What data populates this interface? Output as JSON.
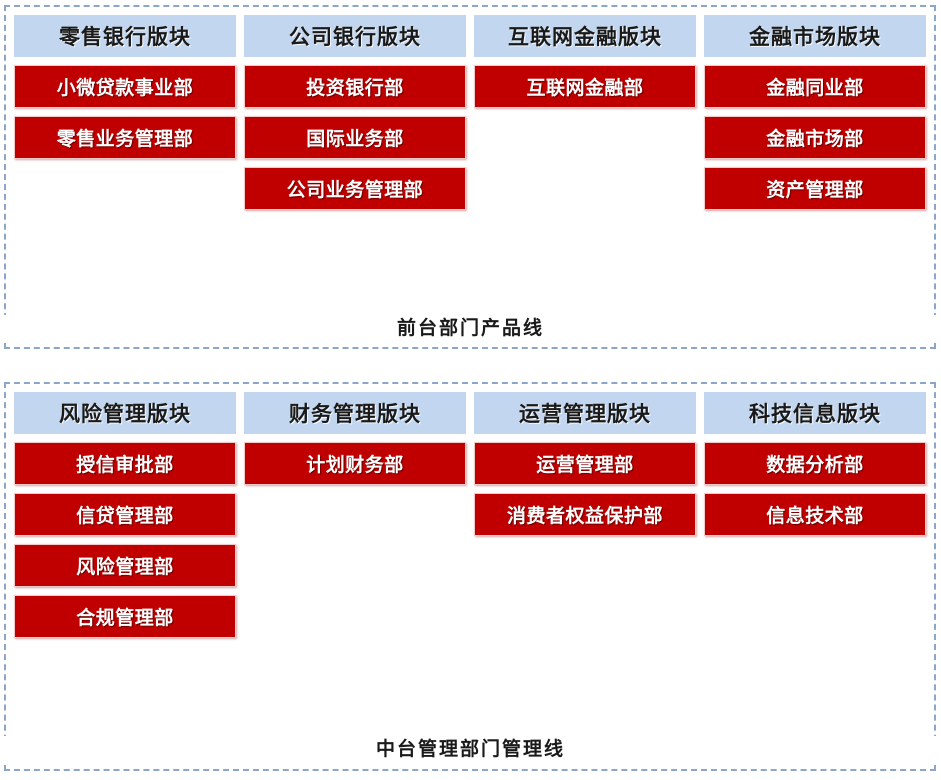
{
  "diagram": {
    "type": "organization-structure",
    "colors": {
      "section_header_fill": "#c2d6ef",
      "department_fill": "#c00000",
      "department_text": "#ffffff",
      "panel_border": "#8ba5cb",
      "background": "#ffffff"
    },
    "panels": [
      {
        "id": "front-office",
        "caption": "前台部门产品线",
        "columns": [
          {
            "header": "零售银行版块",
            "departments": [
              "小微贷款事业部",
              "零售业务管理部"
            ]
          },
          {
            "header": "公司银行版块",
            "departments": [
              "投资银行部",
              "国际业务部",
              "公司业务管理部"
            ]
          },
          {
            "header": "互联网金融版块",
            "departments": [
              "互联网金融部"
            ]
          },
          {
            "header": "金融市场版块",
            "departments": [
              "金融同业部",
              "金融市场部",
              "资产管理部"
            ]
          }
        ]
      },
      {
        "id": "middle-office",
        "caption": "中台管理部门管理线",
        "columns": [
          {
            "header": "风险管理版块",
            "departments": [
              "授信审批部",
              "信贷管理部",
              "风险管理部",
              "合规管理部"
            ]
          },
          {
            "header": "财务管理版块",
            "departments": [
              "计划财务部"
            ]
          },
          {
            "header": "运营管理版块",
            "departments": [
              "运营管理部",
              "消费者权益保护部"
            ]
          },
          {
            "header": "科技信息版块",
            "departments": [
              "数据分析部",
              "信息技术部"
            ]
          }
        ]
      }
    ]
  }
}
